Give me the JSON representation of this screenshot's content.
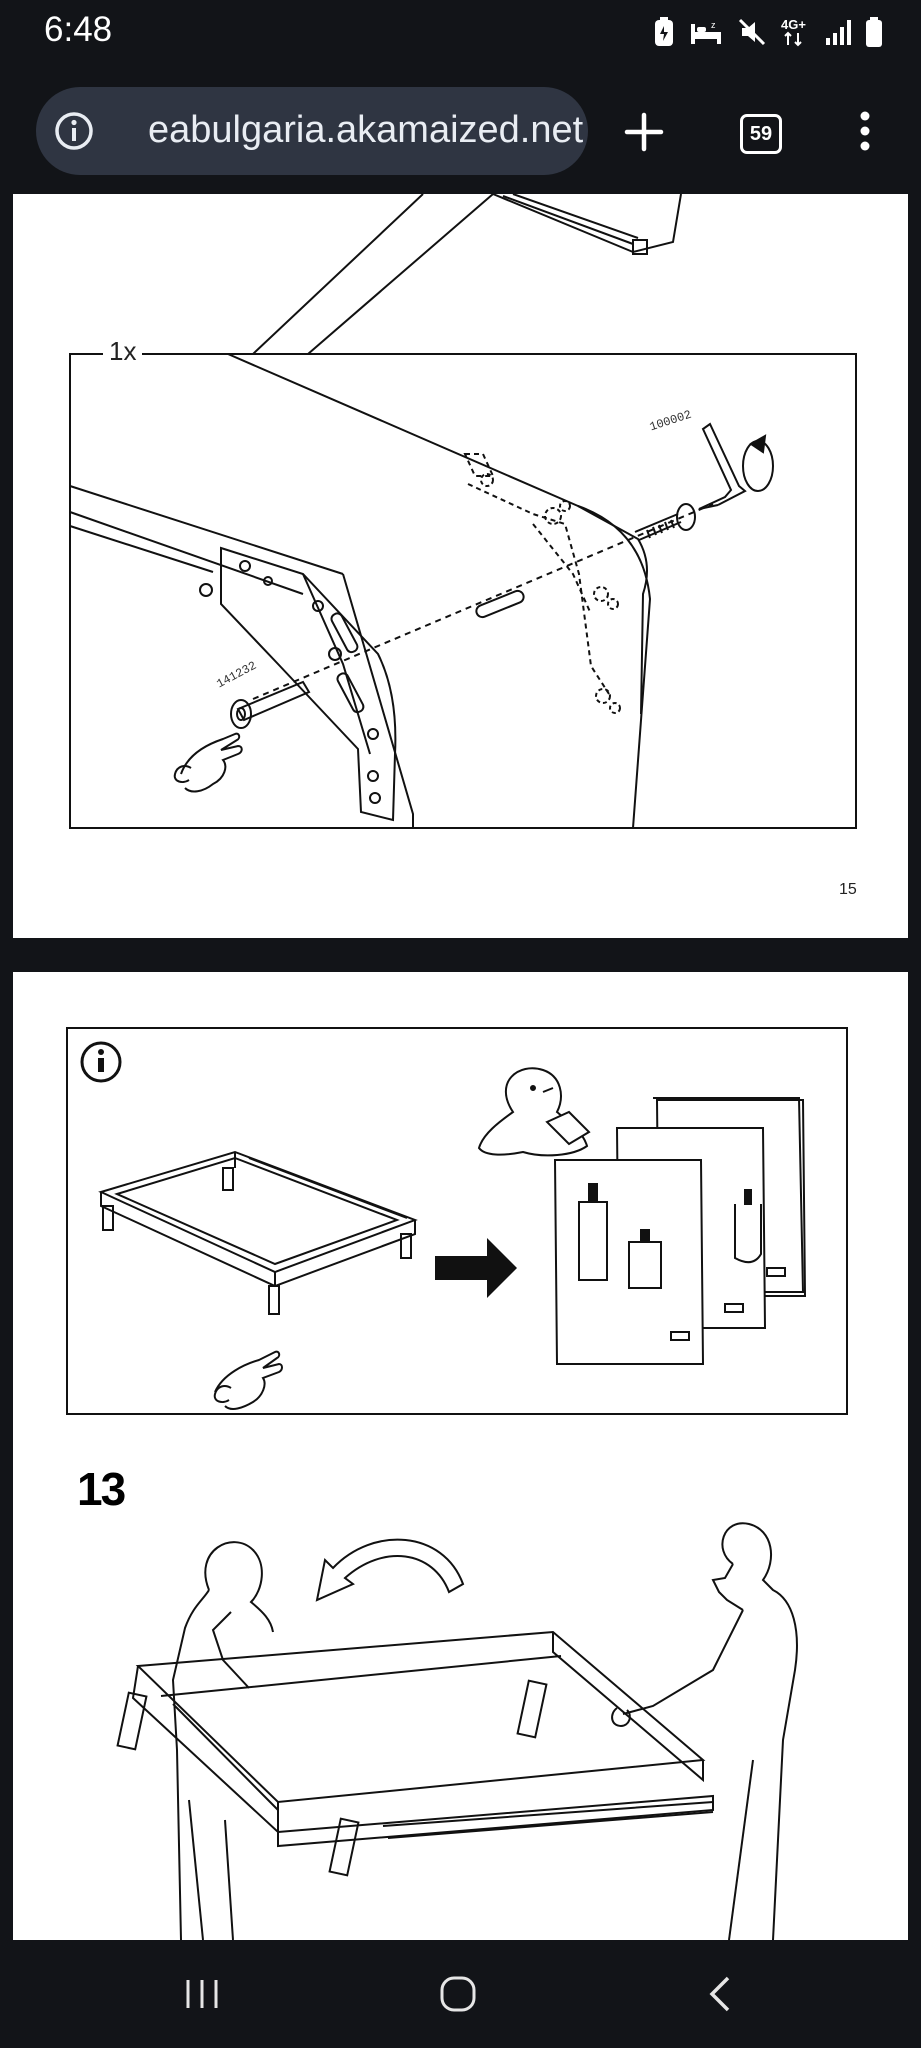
{
  "status_bar": {
    "time": "6:48",
    "network": "4G+",
    "icons": [
      "battery-saver-icon",
      "sleep-icon",
      "mute-icon",
      "network-4g-icon",
      "signal-icon",
      "battery-icon"
    ]
  },
  "browser": {
    "url": "eabulgaria.akamaized.net",
    "tab_count": "59",
    "icons": [
      "info-icon",
      "new-tab-icon",
      "tabs-icon",
      "menu-icon"
    ]
  },
  "page1": {
    "quantity_label": "1x",
    "part_numbers": [
      "100002",
      "141232"
    ],
    "page_number": "15"
  },
  "page2": {
    "step_number": "13"
  },
  "nav_bar": {
    "icons": [
      "recent-apps-icon",
      "home-icon",
      "back-icon"
    ]
  },
  "colors": {
    "background": "#121418",
    "url_pill": "#2f3542",
    "page": "#ffffff",
    "ink": "#111111"
  }
}
